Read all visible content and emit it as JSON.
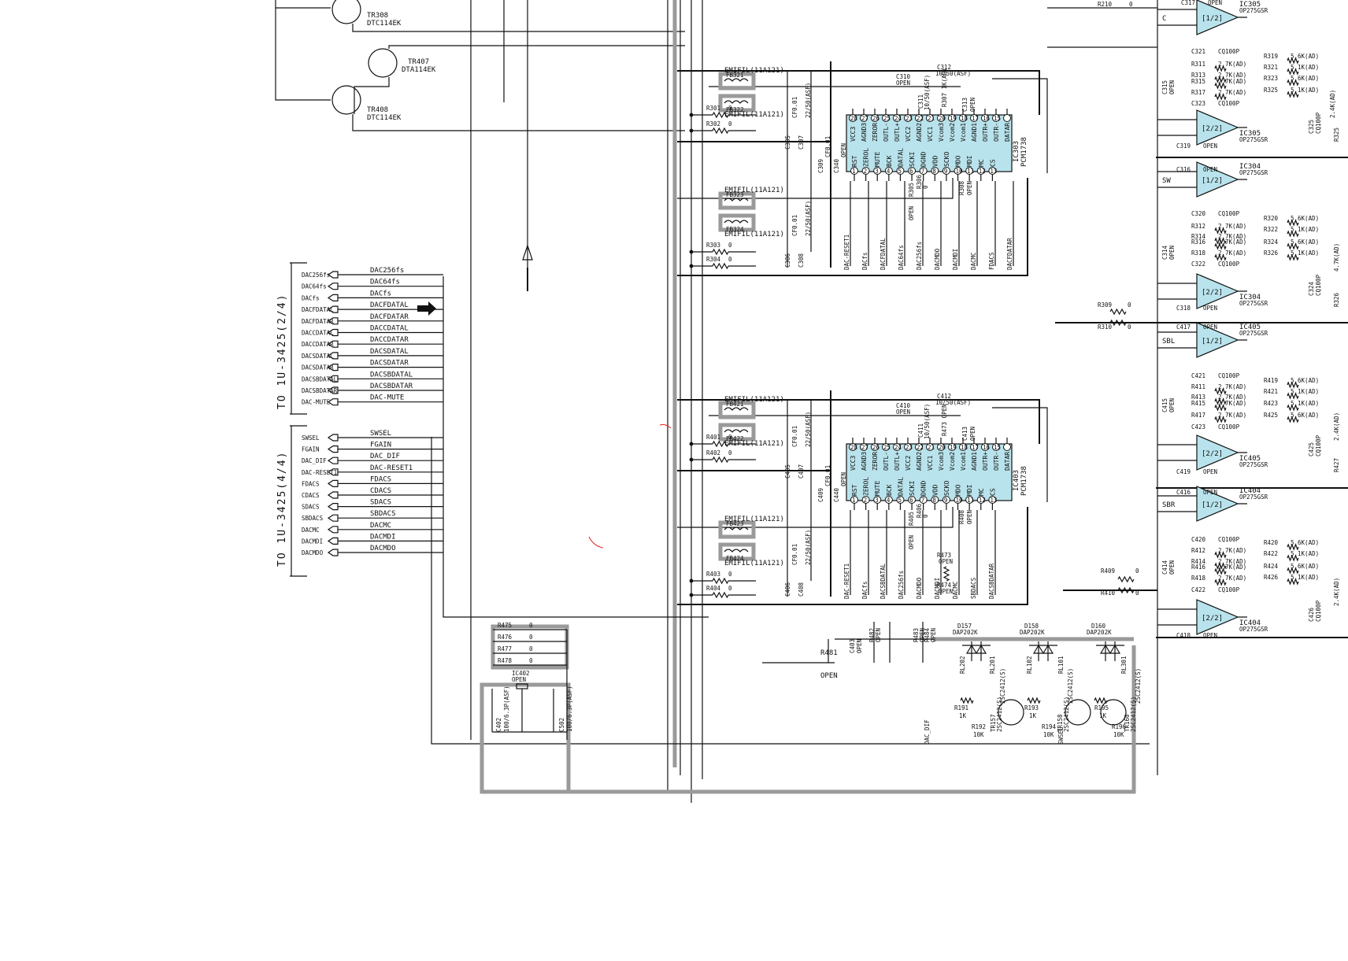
{
  "colors": {
    "ic_fill": "#b9e3ec",
    "ink": "#111111",
    "shield": "#9a9a9a"
  },
  "connectors": {
    "top": {
      "title": "TO 1U-3425(2/4)",
      "pins": [
        "DAC256fs",
        "DAC64fs",
        "DACfs",
        "DACFDATAL",
        "DACFDATAR",
        "DACCDATAL",
        "DACCDATAR",
        "DACSDATAL",
        "DACSDATAR",
        "DACSBDATAL",
        "DACSBDATAR",
        "DAC-MUTE"
      ],
      "nets": [
        "DAC256fs",
        "DAC64fs",
        "DACfs",
        "DACFDATAL",
        "DACFDATAR",
        "DACCDATAL",
        "DACCDATAR",
        "DACSDATAL",
        "DACSDATAR",
        "DACSBDATAL",
        "DACSBDATAR",
        "DAC-MUTE"
      ]
    },
    "bottom": {
      "title": "TO 1U-3425(4/4)",
      "pins": [
        "SWSEL",
        "FGAIN",
        "DAC_DIF",
        "DAC-RESET1",
        "FDACS",
        "CDACS",
        "SDACS",
        "SBDACS",
        "DACMC",
        "DACMDI",
        "DACMDO"
      ],
      "nets": [
        "SWSEL",
        "FGAIN",
        "DAC_DIF",
        "DAC-RESET1",
        "FDACS",
        "CDACS",
        "SDACS",
        "SBDACS",
        "DACMC",
        "DACMDI",
        "DACMDO"
      ]
    }
  },
  "transistors": [
    {
      "ref": "TR308",
      "part": "DTC114EK"
    },
    {
      "ref": "TR407",
      "part": "DTA114EK"
    },
    {
      "ref": "TR408",
      "part": "DTC114EK"
    }
  ],
  "dac_upper": {
    "ref": "IC303",
    "part": "PCM1738",
    "top_pins": [
      "VCC3",
      "AGND3",
      "ZEROR",
      "OUTL-",
      "OUTL+",
      "VCC2",
      "AGND2",
      "VCC1",
      "Vcom3",
      "Vcom2",
      "Vcom1",
      "AGND1",
      "OUTR+",
      "OUTR-",
      "DATAR"
    ],
    "bottom_pins": [
      "RST",
      "ZEROL",
      "MUTE",
      "BCK",
      "DATAL",
      "SCKI",
      "DGND",
      "VDD",
      "SCKO",
      "MDO",
      "MDI",
      "MC",
      "CS"
    ],
    "top_nums": [
      "28",
      "27",
      "26",
      "25",
      "24",
      "23",
      "22",
      "21",
      "20",
      "19",
      "18",
      "17",
      "16",
      "15"
    ],
    "bottom_nums": [
      "1",
      "2",
      "3",
      "4",
      "5",
      "6",
      "7",
      "8",
      "9",
      "10",
      "11",
      "12",
      "13",
      "14"
    ],
    "signals": [
      "DAC-RESET1",
      "DACfs",
      "DACFDATAL",
      "DAC64fs",
      "DAC256fs",
      "DACMDO",
      "DACMDI",
      "DACMC",
      "FDACS",
      "DACFDATAR"
    ],
    "ferrites": [
      {
        "ref": "FB321",
        "part": "EMIFIL(11A121)"
      },
      {
        "ref": "FB322",
        "part": "EMIFIL(11A121)"
      },
      {
        "ref": "FB323",
        "part": "EMIFIL(11A121)"
      },
      {
        "ref": "FB324",
        "part": "EMIFIL(11A121)"
      }
    ],
    "parts": [
      {
        "ref": "R301",
        "val": "0"
      },
      {
        "ref": "R302",
        "val": "0"
      },
      {
        "ref": "R303",
        "val": "0"
      },
      {
        "ref": "R304",
        "val": "0"
      },
      {
        "ref": "C305",
        "val": "CF0.01"
      },
      {
        "ref": "C307",
        "val": "22/50(ASF)"
      },
      {
        "ref": "C306",
        "val": "CF0.01"
      },
      {
        "ref": "C308",
        "val": "22/50(ASF)"
      },
      {
        "ref": "C309",
        "val": "CF0.01"
      },
      {
        "ref": "C340",
        "val": "OPEN"
      },
      {
        "ref": "C310",
        "val": "OPEN"
      },
      {
        "ref": "C311",
        "val": "10/50(ASF)"
      },
      {
        "ref": "C312",
        "val": "10/50(ASF)"
      },
      {
        "ref": "C313",
        "val": "OPEN"
      },
      {
        "ref": "R305",
        "val": "OPEN"
      },
      {
        "ref": "R306",
        "val": "0"
      },
      {
        "ref": "R308",
        "val": "OPEN"
      },
      {
        "ref": "R307",
        "val": "1K(AD)"
      }
    ]
  },
  "dac_lower": {
    "ref": "IC403",
    "part": "PCM1738",
    "top_pins": [
      "VCC3",
      "AGND3",
      "ZEROR",
      "OUTL-",
      "OUTL+",
      "VCC2",
      "AGND2",
      "VCC1",
      "Vcom3",
      "Vcom2",
      "Vcom1",
      "AGND1",
      "OUTR+",
      "OUTR-",
      "DATAR"
    ],
    "bottom_pins": [
      "RST",
      "ZEROL",
      "MUTE",
      "BCK",
      "DATAL",
      "SCKI",
      "DGND",
      "VDD",
      "SCKO",
      "MDO",
      "MDI",
      "MC",
      "CS"
    ],
    "top_nums": [
      "28",
      "27",
      "26",
      "25",
      "24",
      "23",
      "22",
      "21",
      "20",
      "19",
      "18",
      "17",
      "16",
      "15"
    ],
    "bottom_nums": [
      "1",
      "2",
      "3",
      "4",
      "5",
      "6",
      "7",
      "8",
      "9",
      "10",
      "11",
      "12",
      "13",
      "14"
    ],
    "signals": [
      "DAC-RESET1",
      "DACfs",
      "DACSBDATAL",
      "DAC256fs",
      "DACMDO",
      "DACMDI",
      "DACMC",
      "SBDACS",
      "DACSBDATAR"
    ],
    "ferrites": [
      {
        "ref": "FB421",
        "part": "EMIFIL(11A121)"
      },
      {
        "ref": "FB422",
        "part": "EMIFIL(11A121)"
      },
      {
        "ref": "FB423",
        "part": "EMIFIL(11A121)"
      },
      {
        "ref": "FB424",
        "part": "EMIFIL(11A121)"
      }
    ],
    "parts": [
      {
        "ref": "R401",
        "val": "0"
      },
      {
        "ref": "R402",
        "val": "0"
      },
      {
        "ref": "R403",
        "val": "0"
      },
      {
        "ref": "R404",
        "val": "0"
      },
      {
        "ref": "C405",
        "val": "CF0.01"
      },
      {
        "ref": "C407",
        "val": "22/50(ASF)"
      },
      {
        "ref": "C406",
        "val": "CF0.01"
      },
      {
        "ref": "C408",
        "val": "22/50(ASF)"
      },
      {
        "ref": "C409",
        "val": "CF0.01"
      },
      {
        "ref": "C440",
        "val": "OPEN"
      },
      {
        "ref": "C410",
        "val": "OPEN"
      },
      {
        "ref": "C411",
        "val": "10/50(ASF)"
      },
      {
        "ref": "C412",
        "val": "10/50(ASF)"
      },
      {
        "ref": "C413",
        "val": "OPEN"
      },
      {
        "ref": "R405",
        "val": "OPEN"
      },
      {
        "ref": "R406",
        "val": "0"
      },
      {
        "ref": "R408",
        "val": "OPEN"
      },
      {
        "ref": "R473",
        "val": "OPEN"
      },
      {
        "ref": "R474",
        "val": "OPEN"
      }
    ]
  },
  "opamps": [
    {
      "ref": "IC305",
      "part": "OP275GSR",
      "half": "1/2",
      "ch": "C"
    },
    {
      "ref": "IC305",
      "part": "OP275GSR",
      "half": "2/2",
      "ch": ""
    },
    {
      "ref": "IC304",
      "part": "OP275GSR",
      "half": "1/2",
      "ch": "SW"
    },
    {
      "ref": "IC304",
      "part": "OP275GSR",
      "half": "2/2",
      "ch": ""
    },
    {
      "ref": "IC405",
      "part": "OP275GSR",
      "half": "1/2",
      "ch": "SBL"
    },
    {
      "ref": "IC405",
      "part": "OP275GSR",
      "half": "2/2",
      "ch": ""
    },
    {
      "ref": "IC404",
      "part": "OP275GSR",
      "half": "1/2",
      "ch": "SBR"
    },
    {
      "ref": "IC404",
      "part": "OP275GSR",
      "half": "2/2",
      "ch": ""
    }
  ],
  "opamp_parts": {
    "c317": {
      "ref": "C317",
      "val": "OPEN"
    },
    "c321": {
      "ref": "C321",
      "val": "CQ100P"
    },
    "r311": {
      "ref": "R311",
      "val": "2.7K(AD)"
    },
    "r313": {
      "ref": "R313",
      "val": "2.7K(AD)"
    },
    "r315": {
      "ref": "R315",
      "val": "2.7K(AD)"
    },
    "r317": {
      "ref": "R317",
      "val": "2.7K(AD)"
    },
    "r319": {
      "ref": "R319",
      "val": "5.6K(AD)"
    },
    "r321": {
      "ref": "R321",
      "val": "5.1K(AD)"
    },
    "r323": {
      "ref": "R323",
      "val": "5.6K(AD)"
    },
    "r325": {
      "ref": "R325",
      "val": "5.1K(AD)"
    },
    "c323": {
      "ref": "C323",
      "val": "CQ100P"
    },
    "c319": {
      "ref": "C319",
      "val": "OPEN"
    },
    "c315": {
      "ref": "C315",
      "val": "OPEN"
    },
    "c325": {
      "ref": "C325",
      "val": "CQ100P"
    },
    "r210": {
      "ref": "R210",
      "val": "0"
    },
    "c316": {
      "ref": "C316",
      "val": "OPEN"
    },
    "c320": {
      "ref": "C320",
      "val": "CQ100P"
    },
    "r312": {
      "ref": "R312",
      "val": "2.7K(AD)"
    },
    "r314": {
      "ref": "R314",
      "val": "2.7K(AD)"
    },
    "r316": {
      "ref": "R316",
      "val": "2.7K(AD)"
    },
    "r318": {
      "ref": "R318",
      "val": "2.7K(AD)"
    },
    "r320": {
      "ref": "R320",
      "val": "5.6K(AD)"
    },
    "r322": {
      "ref": "R322",
      "val": "5.1K(AD)"
    },
    "r324": {
      "ref": "R324",
      "val": "5.6K(AD)"
    },
    "r326": {
      "ref": "R326",
      "val": "5.1K(AD)"
    },
    "c322": {
      "ref": "C322",
      "val": "CQ100P"
    },
    "c318": {
      "ref": "C318",
      "val": "OPEN"
    },
    "c314": {
      "ref": "C314",
      "val": "OPEN"
    },
    "c324": {
      "ref": "C324",
      "val": "CQ100P"
    },
    "r309": {
      "ref": "R309",
      "val": "0"
    },
    "r310": {
      "ref": "R310",
      "val": "0"
    },
    "c417": {
      "ref": "C417",
      "val": "OPEN"
    },
    "c421": {
      "ref": "C421",
      "val": "CQ100P"
    },
    "r411": {
      "ref": "R411",
      "val": "2.7K(AD)"
    },
    "r413": {
      "ref": "R413",
      "val": "2.7K(AD)"
    },
    "r415": {
      "ref": "R415",
      "val": "2.7K(AD)"
    },
    "r417": {
      "ref": "R417",
      "val": "2.7K(AD)"
    },
    "r419": {
      "ref": "R419",
      "val": "5.6K(AD)"
    },
    "r421": {
      "ref": "R421",
      "val": "5.1K(AD)"
    },
    "r423": {
      "ref": "R423",
      "val": "5.1K(AD)"
    },
    "r425": {
      "ref": "R425",
      "val": "5.6K(AD)"
    },
    "c423": {
      "ref": "C423",
      "val": "CQ100P"
    },
    "c419": {
      "ref": "C419",
      "val": "OPEN"
    },
    "c415": {
      "ref": "C415",
      "val": "OPEN"
    },
    "c425": {
      "ref": "C425",
      "val": "CQ100P"
    },
    "c416": {
      "ref": "C416",
      "val": "OPEN"
    },
    "c420": {
      "ref": "C420",
      "val": "CQ100P"
    },
    "r412": {
      "ref": "R412",
      "val": "2.7K(AD)"
    },
    "r414": {
      "ref": "R414",
      "val": "2.7K(AD)"
    },
    "r416": {
      "ref": "R416",
      "val": "2.7K(AD)"
    },
    "r418": {
      "ref": "R418",
      "val": "2.7K(AD)"
    },
    "r420": {
      "ref": "R420",
      "val": "5.6K(AD)"
    },
    "r422": {
      "ref": "R422",
      "val": "5.1K(AD)"
    },
    "r424": {
      "ref": "R424",
      "val": "5.6K(AD)"
    },
    "r426": {
      "ref": "R426",
      "val": "5.1K(AD)"
    },
    "c422": {
      "ref": "C422",
      "val": "CQ100P"
    },
    "c418": {
      "ref": "C418",
      "val": "OPEN"
    },
    "c414": {
      "ref": "C414",
      "val": "OPEN"
    },
    "c426": {
      "ref": "C426",
      "val": "CQ100P"
    },
    "r409": {
      "ref": "R409",
      "val": "0"
    },
    "r410": {
      "ref": "R410",
      "val": "0"
    },
    "edge_24k": "2.4K(AD)",
    "edge_47k": "4.7K(AD)",
    "edge_r325": "R325",
    "edge_r326": "R326",
    "edge_r427": "R427"
  },
  "bottom_section": {
    "resistors": [
      {
        "ref": "R475",
        "val": "0"
      },
      {
        "ref": "R476",
        "val": "0"
      },
      {
        "ref": "R477",
        "val": "0"
      },
      {
        "ref": "R478",
        "val": "0"
      }
    ],
    "ic402": {
      "ref": "IC402",
      "val": "OPEN"
    },
    "c402": {
      "ref": "C402",
      "val": "100/6.3P(ASF)"
    },
    "c502": {
      "ref": "C502",
      "val": "100/6.3P(ASF)"
    },
    "r481": {
      "ref": "R481",
      "val": "OPEN"
    },
    "c403": {
      "ref": "C403",
      "val": "OPEN"
    },
    "r482": {
      "ref": "R482",
      "val": "OPEN"
    },
    "r483": {
      "ref": "R483",
      "val": "OPEN"
    },
    "r484": {
      "ref": "R484",
      "val": "OPEN"
    },
    "diodes": [
      {
        "ref": "D157",
        "part": "DAP202K"
      },
      {
        "ref": "D158",
        "part": "DAP202K"
      },
      {
        "ref": "D160",
        "part": "DAP202K"
      }
    ],
    "relays": [
      "RL202",
      "RL201",
      "RL102",
      "RL101",
      "RL301"
    ],
    "relay_parts": [
      "2SC2412(S)",
      "2SC2412(S)",
      "2SC2412(S)"
    ],
    "transistors": [
      {
        "ref": "TR157",
        "part": "2SC2412(S)"
      },
      {
        "ref": "TR158",
        "part": "2SC2412(S)"
      },
      {
        "ref": "TR160",
        "part": "2SC2412(S)"
      }
    ],
    "rs": [
      {
        "ref": "R191",
        "val": "1K"
      },
      {
        "ref": "R192",
        "val": "10K"
      },
      {
        "ref": "R193",
        "val": "1K"
      },
      {
        "ref": "R194",
        "val": "10K"
      },
      {
        "ref": "R195",
        "val": "1K"
      },
      {
        "ref": "R196",
        "val": "10K"
      }
    ],
    "nets": [
      "DAC_DIF",
      "SWSEL"
    ]
  }
}
